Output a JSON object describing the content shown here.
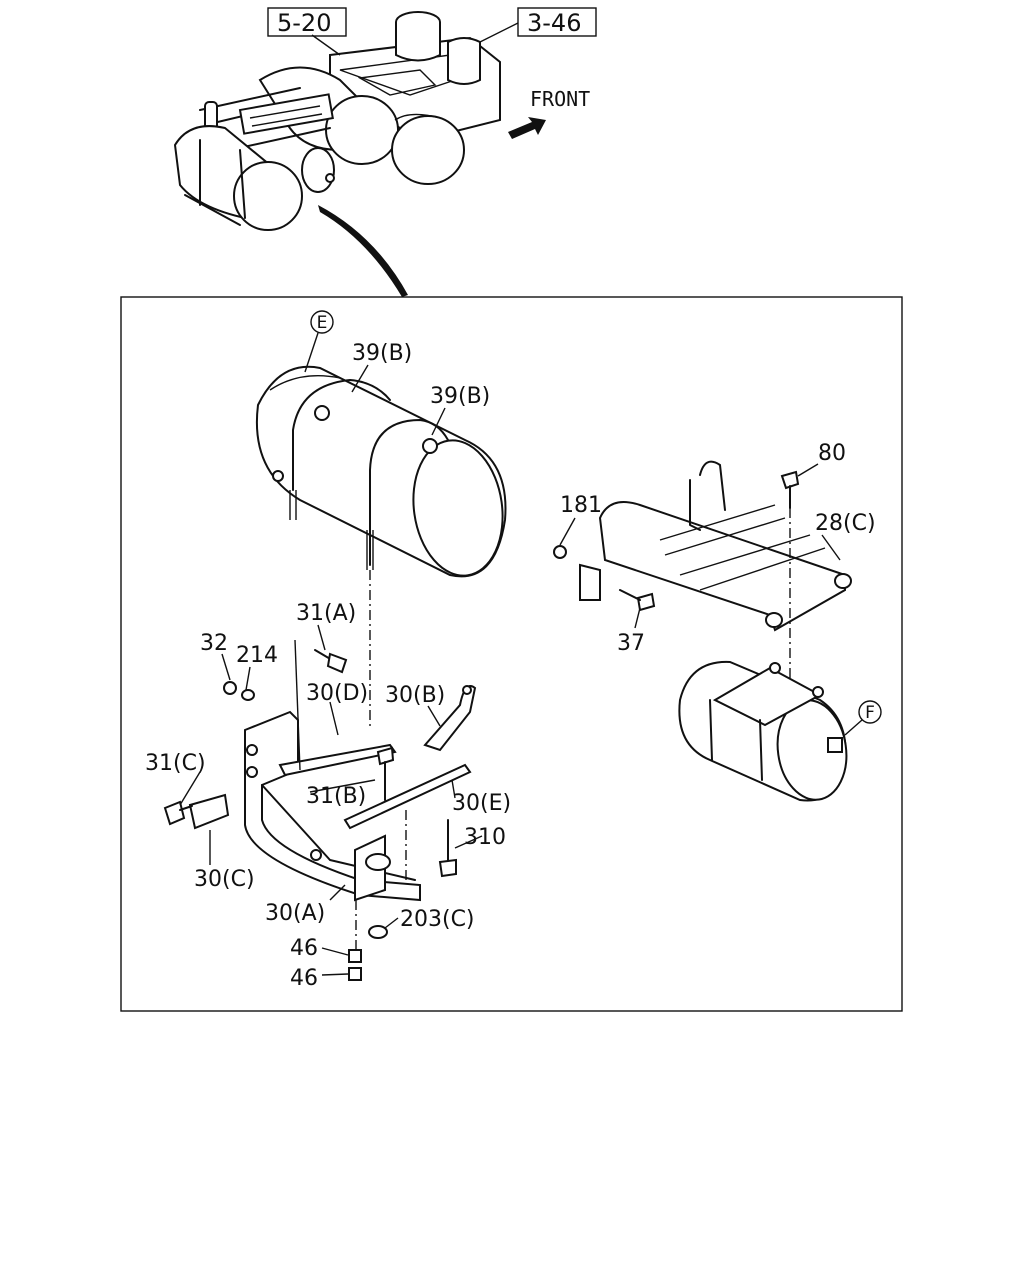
{
  "refs": {
    "ref_a": "5-20",
    "ref_b": "3-46"
  },
  "front_label": "FRONT",
  "circle_markers": {
    "e": "E",
    "f": "F"
  },
  "labels": {
    "l39b_1": "39(B)",
    "l39b_2": "39(B)",
    "l80": "80",
    "l28c": "28(C)",
    "l181": "181",
    "l37": "37",
    "l31a": "31(A)",
    "l32": "32",
    "l214": "214",
    "l30d": "30(D)",
    "l30b": "30(B)",
    "l31c": "31(C)",
    "l31b": "31(B)",
    "l30e": "30(E)",
    "l310": "310",
    "l30c": "30(C)",
    "l30a": "30(A)",
    "l203c": "203(C)",
    "l46_1": "46",
    "l46_2": "46"
  }
}
